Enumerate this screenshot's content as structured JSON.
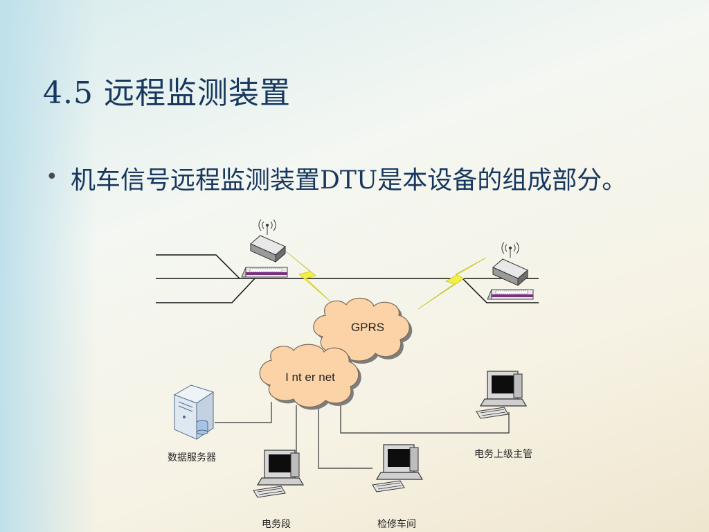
{
  "slide": {
    "title": "4.5 远程监测装置",
    "bullet": "机车信号远程监测装置DTU是本设备的组成部分。"
  },
  "diagram": {
    "cloud_gprs": "GPRS",
    "cloud_internet": "I nt er net",
    "labels": {
      "server": "数据服务器",
      "supervisor": "电务上级主管",
      "section": "电务段",
      "workshop": "检修车间"
    },
    "colors": {
      "cloud_fill": "#fbd3a7",
      "cloud_stroke": "#7b6a58",
      "lightning": "#f4ef44",
      "title": "#17375e"
    }
  }
}
